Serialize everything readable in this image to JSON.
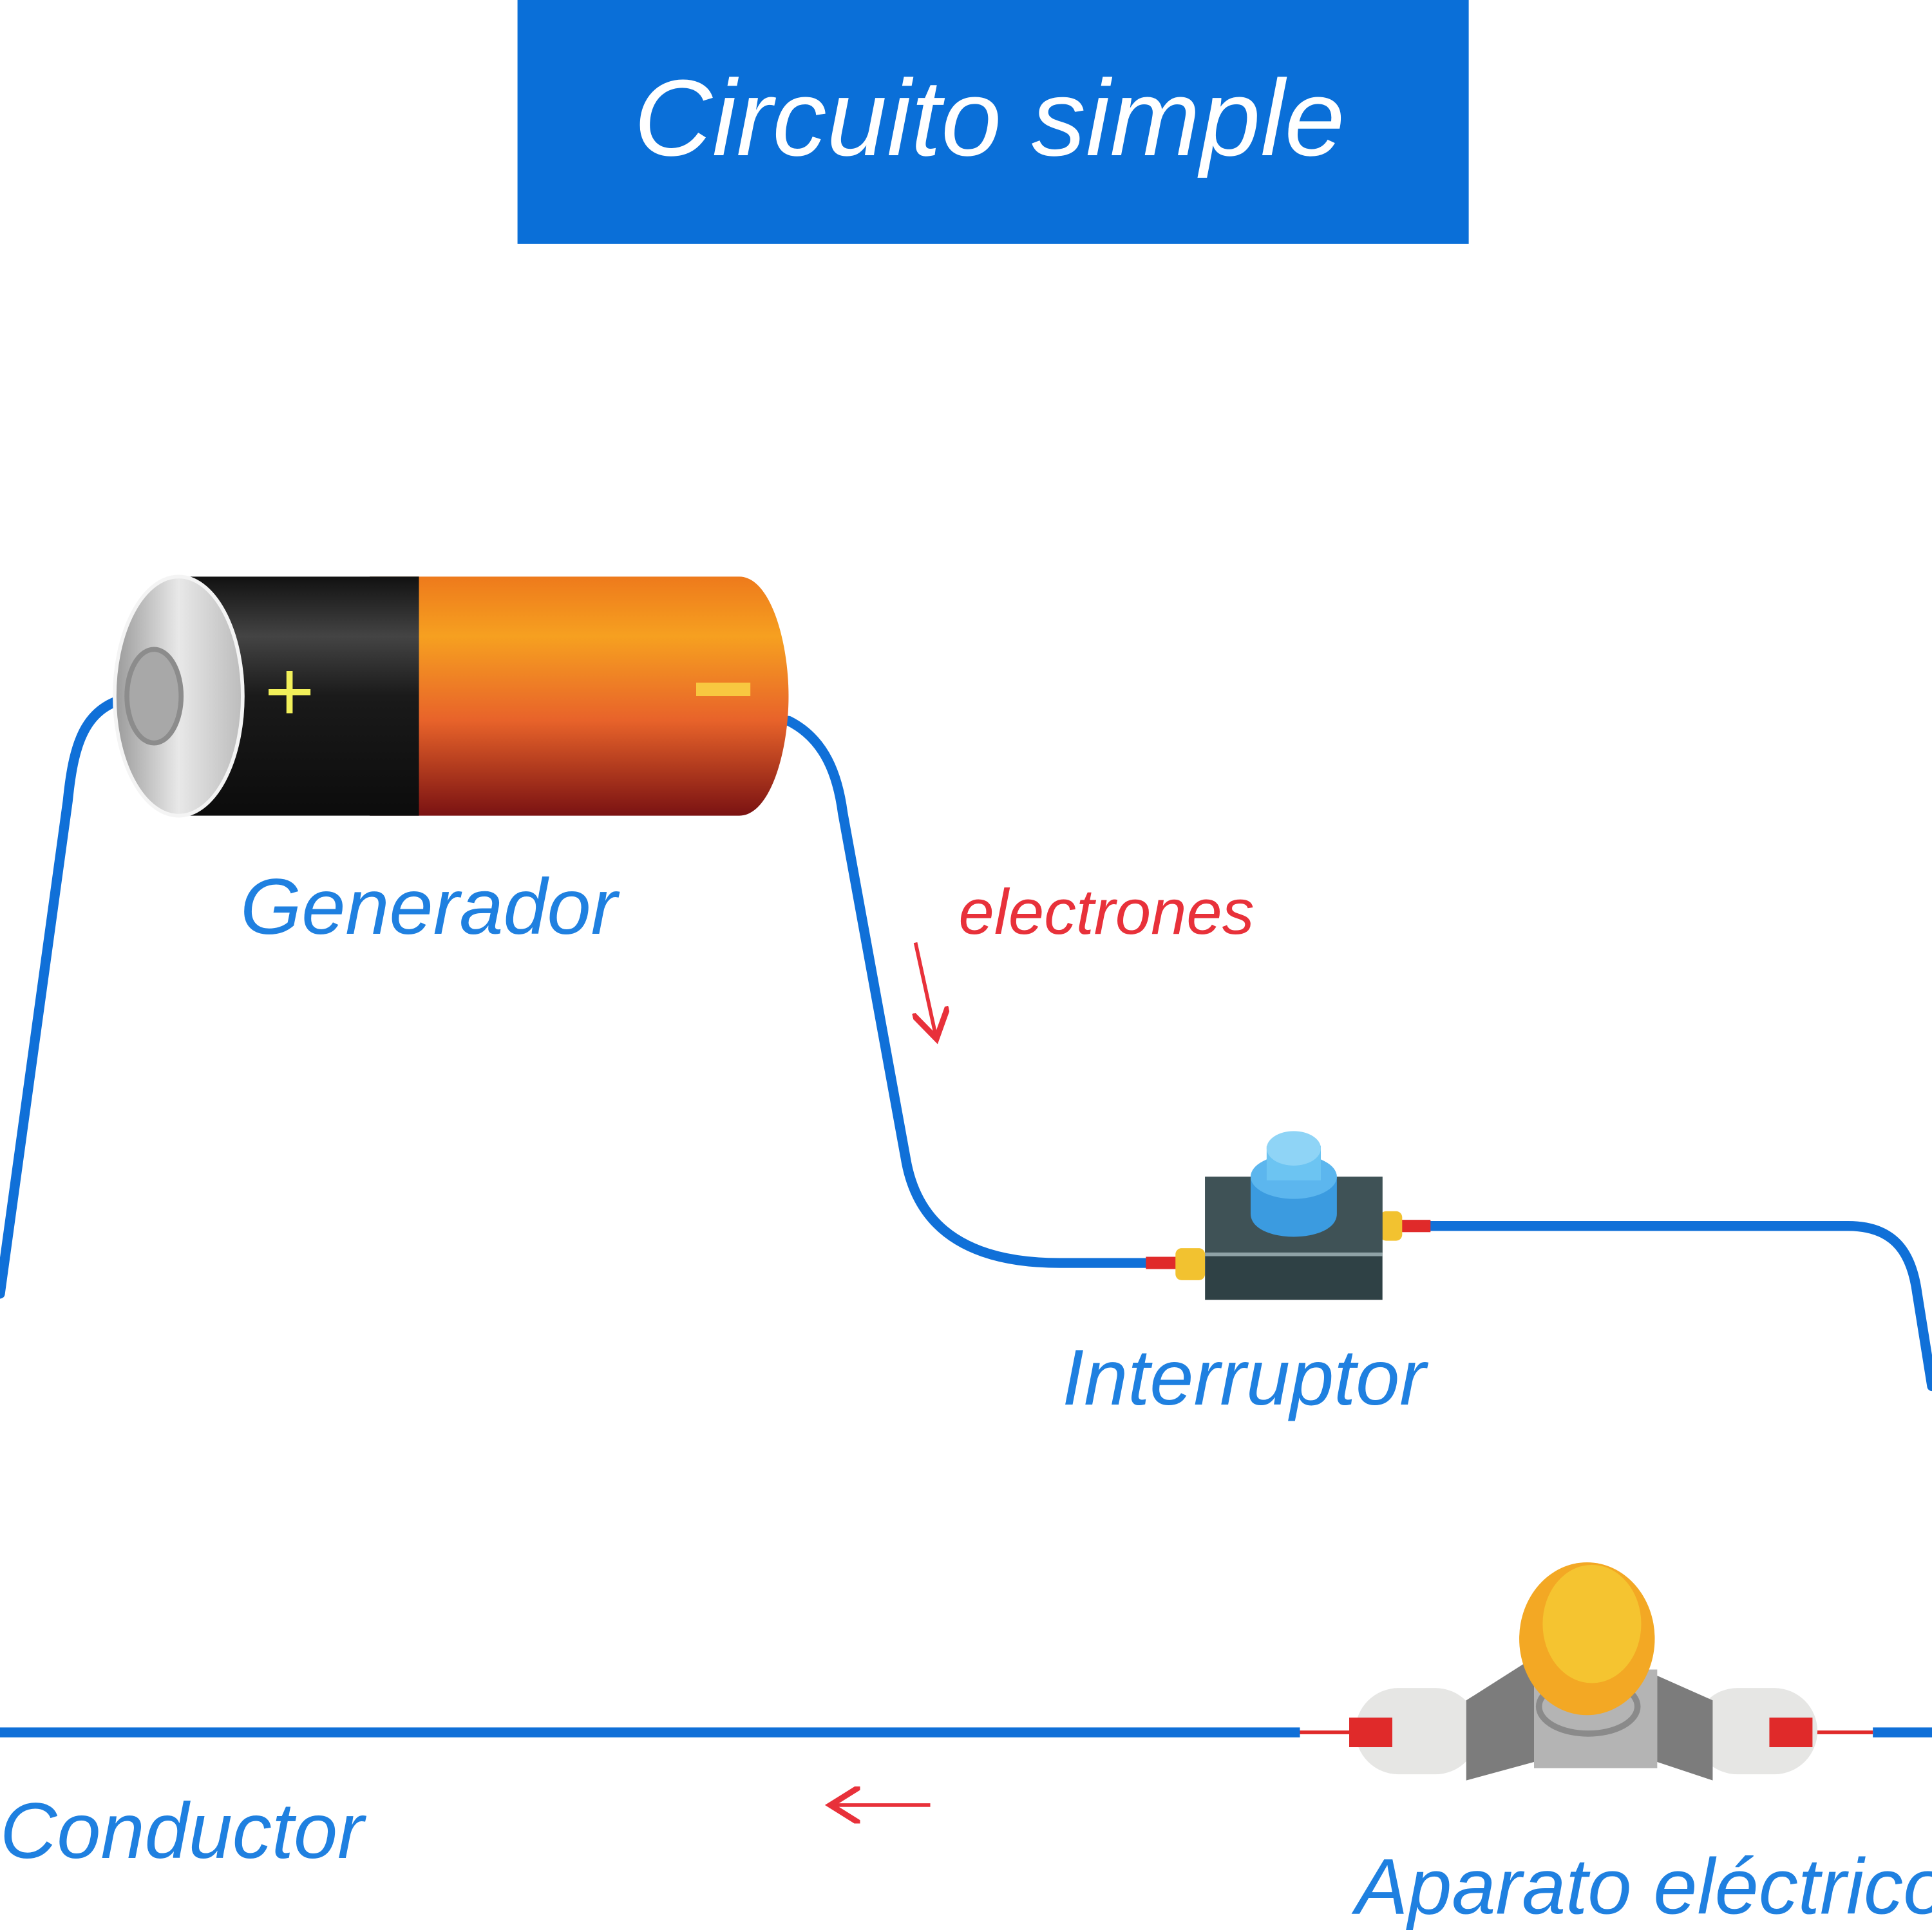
{
  "title": "Circuito simple",
  "labels": {
    "generator": "Generador",
    "electrons": "electrones",
    "switch": "Interruptor",
    "conductor": "Conductor",
    "device": "Aparato eléctrico"
  },
  "battery": {
    "positive_symbol": "+",
    "negative_symbol": "−"
  },
  "colors": {
    "title_bg": "#0a6fd8",
    "wire": "#1070d8",
    "label": "#1f80e0",
    "electron_arrow": "#e8313a",
    "battery_orange": "#f08a1c",
    "bulb": "#f5b82a"
  }
}
